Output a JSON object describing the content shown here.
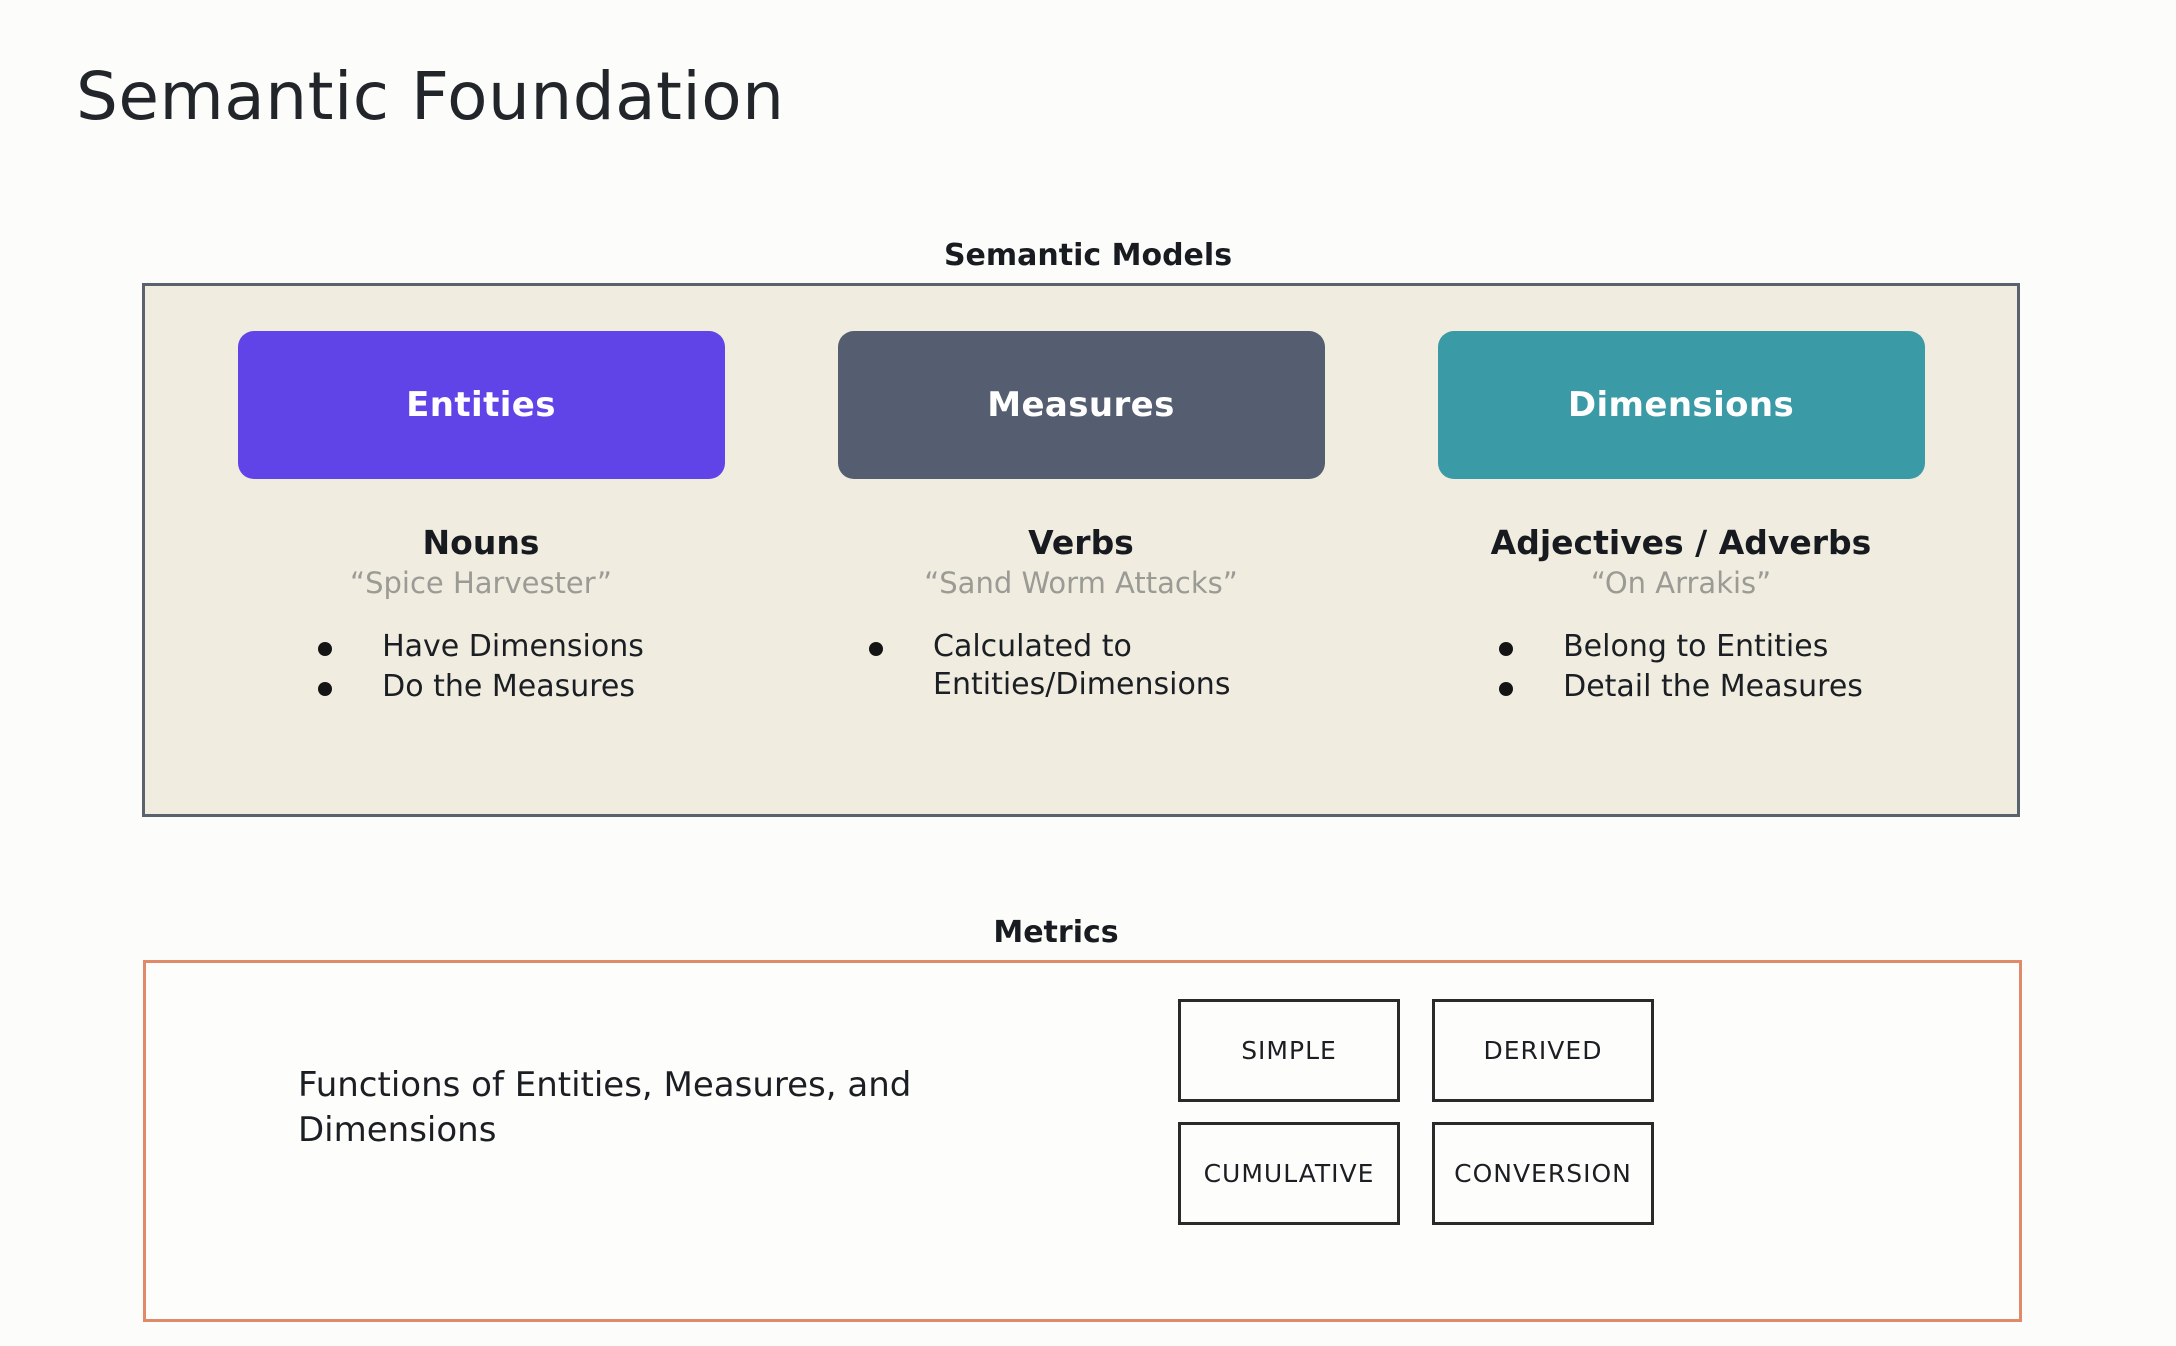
{
  "slide": {
    "title": "Semantic Foundation",
    "background_color": "#fcfdfa"
  },
  "semantic_models": {
    "caption": "Semantic Models",
    "panel_background": "#f0ece0",
    "panel_border_color": "#5a626e",
    "columns": [
      {
        "pill_label": "Entities",
        "pill_color": "#6144e8",
        "part_of_speech": "Nouns",
        "example": "“Spice Harvester”",
        "bullets": [
          "Have Dimensions",
          "Do the Measures"
        ]
      },
      {
        "pill_label": "Measures",
        "pill_color": "#555d70",
        "part_of_speech": "Verbs",
        "example": "“Sand Worm Attacks”",
        "bullets": [
          "Calculated to Entities/Dimensions"
        ]
      },
      {
        "pill_label": "Dimensions",
        "pill_color": "#3a9aa5",
        "part_of_speech": "Adjectives / Adverbs",
        "example": "“On Arrakis”",
        "bullets": [
          "Belong to Entities",
          "Detail the Measures"
        ]
      }
    ]
  },
  "metrics": {
    "caption": "Metrics",
    "panel_border_color": "#e08a6a",
    "description": "Functions of Entities, Measures, and Dimensions",
    "types": [
      "SIMPLE",
      "DERIVED",
      "CUMULATIVE",
      "CONVERSION"
    ]
  }
}
